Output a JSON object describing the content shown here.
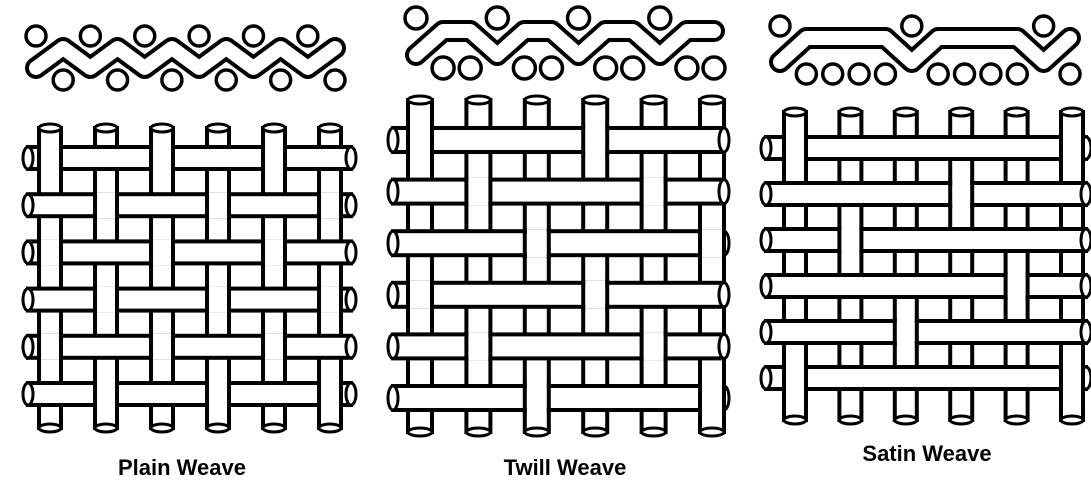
{
  "colors": {
    "ink": "#000000",
    "fill": "#ffffff"
  },
  "panels": [
    {
      "id": "plain",
      "label": "Plain Weave",
      "threads": 6,
      "float": 1,
      "step": 1
    },
    {
      "id": "twill",
      "label": "Twill Weave",
      "threads": 6,
      "float": 2,
      "step": 1
    },
    {
      "id": "satin",
      "label": "Satin Weave",
      "threads": 6,
      "float": 4,
      "step": 2
    }
  ]
}
